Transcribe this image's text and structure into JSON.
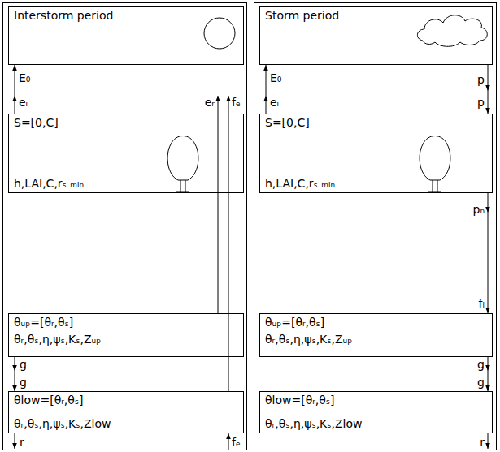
{
  "diagram": {
    "nodes": [
      {
        "text": [
          "Interstorm period"
        ]
      },
      {
        "text": [
          "S=[0,C]",
          "h,LAI,C,rₛ ₘᵢₙ"
        ]
      },
      {
        "text": [
          "θᵤₚ=[θᵣ,θₛ]",
          "θᵣ,θₛ,η,ψₛ,Kₛ,Zᵤₚ"
        ]
      },
      {
        "text": [
          "θlow=[θᵣ,θₛ]",
          "θᵣ,θₛ,η,ψₛ,Kₛ,Zlow"
        ]
      },
      {
        "text": [
          "Storm period"
        ]
      },
      {
        "text": [
          "S=[0,C]",
          "h,LAI,C,rₛ ₘᵢₙ"
        ]
      },
      {
        "text": [
          "θᵤₚ=[θᵣ,θₛ]",
          "θᵣ,θₛ,η,ψₛ,Kₛ,Zᵤₚ"
        ]
      },
      {
        "text": [
          "θlow=[θᵣ,θₛ]",
          "θᵣ,θₛ,η,ψₛ,Kₛ,Zlow"
        ]
      }
    ],
    "edges": [
      {
        "from": 1,
        "to": 0,
        "label": "E₀",
        "arrow": "to"
      },
      {
        "from": 2,
        "to": 3,
        "label": "g",
        "arrow": "to"
      },
      {
        "from": 5,
        "to": 4,
        "label": "E₀",
        "arrow": "to"
      },
      {
        "from": 4,
        "to": 5,
        "label": "p",
        "arrow": "to"
      },
      {
        "from": 5,
        "to": 6,
        "label": "pₙ",
        "arrow": "to"
      },
      {
        "from": 6,
        "to": 7,
        "label": "g",
        "arrow": "to"
      }
    ],
    "labels": [
      "eᵢ",
      "eᵣ",
      "fₑ",
      "g",
      "r",
      "fₑ",
      "eᵢ",
      "p",
      "fᵢ",
      "g",
      "r"
    ]
  }
}
